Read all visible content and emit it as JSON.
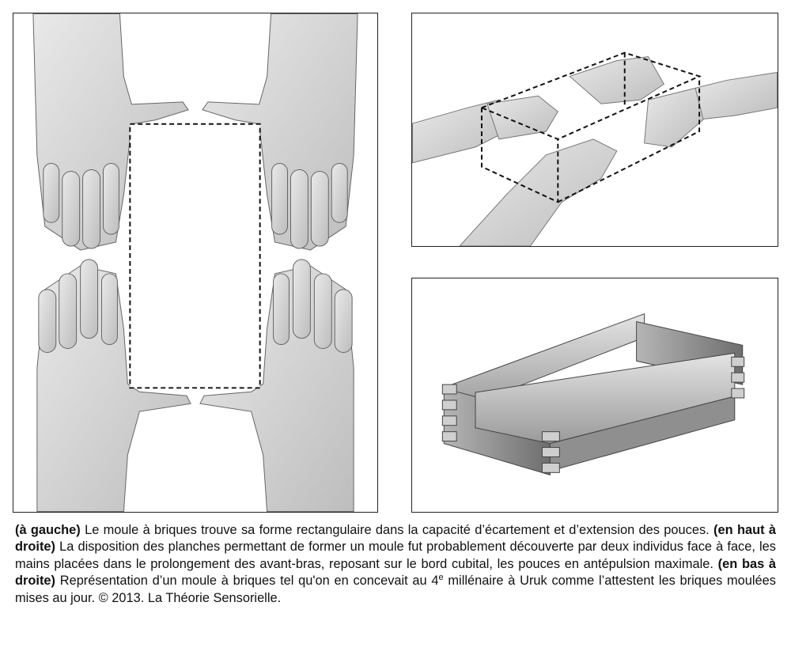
{
  "caption": {
    "p1_bold": "(à gauche)",
    "p1_text": " Le moule à briques trouve sa forme rectangulaire dans la capacité d’écartement et d’extension des pouces. ",
    "p2_bold": "(en haut à droite)",
    "p2_text": " La disposition des planches permettant de former un moule fut probablement découverte par deux individus face à face, les mains placées dans le prolongement des avant-bras, reposant sur le bord cubital, les pouces en antépulsion maximale. ",
    "p3_bold": "(en bas à droite)",
    "p3_text_a": " Représentation d’un moule à briques tel qu'on en concevait au 4",
    "p3_sup": "e",
    "p3_text_b": " millénaire à Uruk comme l’attestent les briques moulées mises au jour. © 2013. La Théorie Sensorielle."
  }
}
